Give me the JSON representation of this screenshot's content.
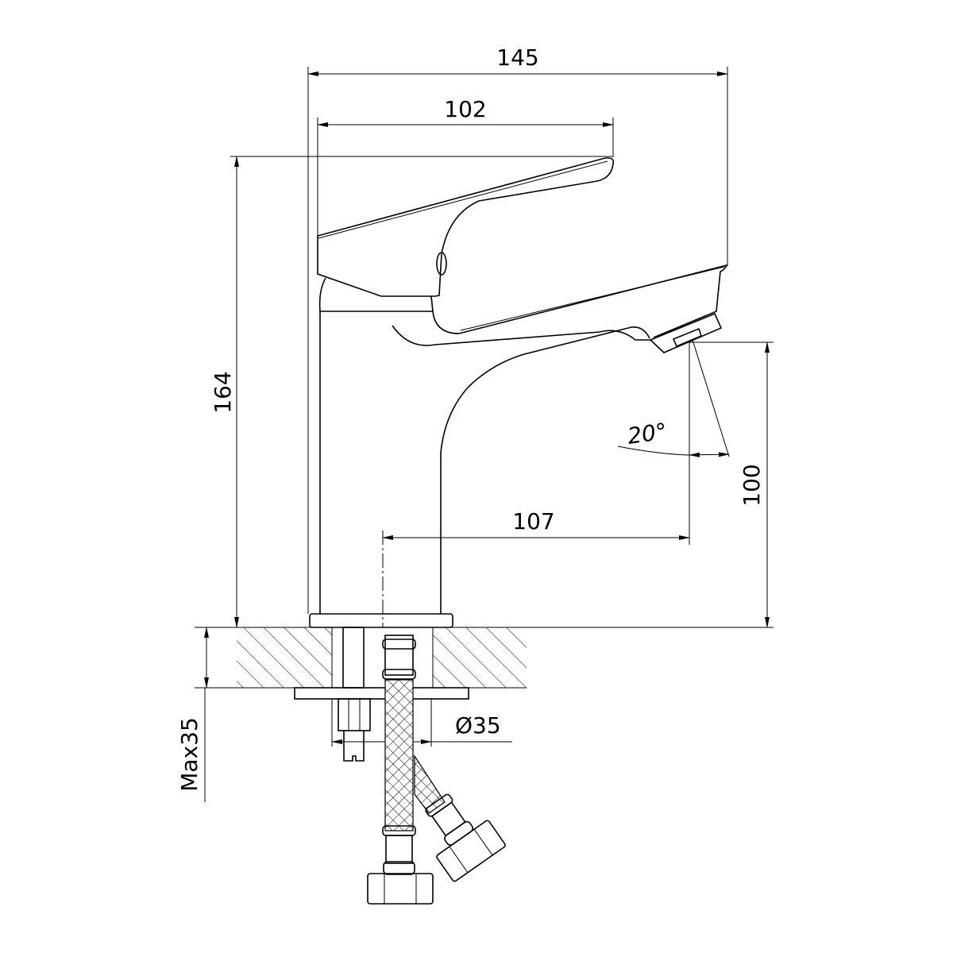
{
  "dimensions": {
    "overall_width": "145",
    "handle_length": "102",
    "overall_height": "164",
    "spout_height": "100",
    "spout_reach": "107",
    "spout_angle": "20°",
    "hole_diameter": "Ø35",
    "max_counter_thickness": "Max35"
  },
  "colors": {
    "line": "#000000",
    "background": "#ffffff"
  }
}
